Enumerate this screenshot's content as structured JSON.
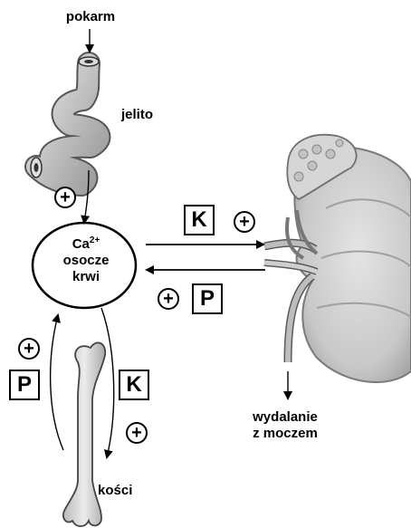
{
  "labels": {
    "food": "pokarm",
    "intestine": "jelito",
    "calcium": "Ca",
    "calcium_charge": "2+",
    "plasma_line1": "osocze",
    "plasma_line2": "krwi",
    "excretion_line1": "wydalanie",
    "excretion_line2": "z moczem",
    "bones": "kości"
  },
  "hormones": {
    "calcitonin_symbol": "K",
    "parathormone_symbol": "P"
  },
  "effect_symbol": "+",
  "colors": {
    "line": "#000000",
    "organ_fill": "#cfcfcf",
    "organ_shadow": "#8a8a8a",
    "background": "#ffffff"
  }
}
